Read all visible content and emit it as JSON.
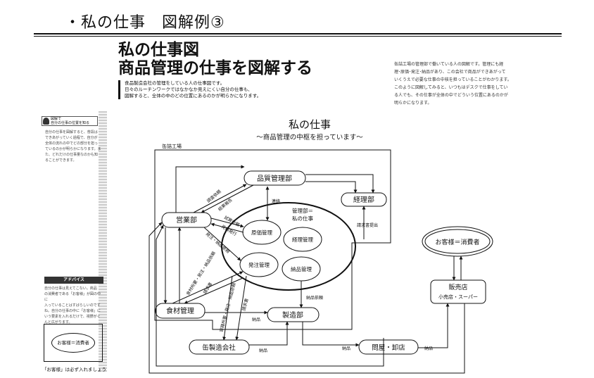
{
  "slide": {
    "title": "・私の仕事　図解例③"
  },
  "article": {
    "title_line1": "私の仕事図",
    "title_line2": "商品管理の仕事を図解する",
    "intro": [
      "食品製造会社の管理をしている人の仕事図です。",
      "日々のルーチンワークではなかなか見えにくい自分の仕事も、",
      "図解すると、全体の中のどの位置にあるのかが明らかになります。"
    ],
    "right_desc": [
      "缶詰工場の管理部で働いている人の図解です。管理にも経",
      "理･原価･発注･納品があり、この会社で商品ができあがって",
      "いくうえで必要な仕事の中核を担っていることがわかります。",
      "このように図解してみると、いつもはデスクで仕事をしてい",
      "る人でも、その仕事が全体の中でどういう位置にあるのかが",
      "明らかになります。"
    ]
  },
  "side": {
    "tip_heading": [
      "図解で",
      "自分の仕事の位置を知る"
    ],
    "tip_text": [
      "自分の仕事を図解すると、普段は",
      "できあがっていく過程で、自分が",
      "全体の流れの中でどの部分を担っ",
      "ているのかが明らかになります。ま",
      "た、どれだけの仕事量なのかも知",
      "ることができます。"
    ],
    "advice_heading": "アドバイス",
    "advice_text": [
      "自分の仕事は見えてこない。商品",
      "の消費者である「お客様」が図の中に",
      "入っていることはすばらしいのです",
      "ね。自分の仕事の中に「お客様」に",
      "いう要素を入れるだけで、視野がぐ",
      "んと広がります。"
    ],
    "oval_label": "お客様＝消費者",
    "caption": "「お客様」は必ず入れましょう"
  },
  "diagram": {
    "title": "私の仕事",
    "subtitle": "～商品管理の中枢を担っています～",
    "factory_label": "缶詰工場",
    "nodes": {
      "quality": "品質管理部",
      "accounting": "経理部",
      "sales": "営業部",
      "management_line1": "管理部＝",
      "management_line2": "私の仕事",
      "cost": "原価管理",
      "acct_mgmt": "経理管理",
      "ordering": "発注管理",
      "delivery_mgmt": "納品管理",
      "food": "食材管理",
      "production": "製造部",
      "can_maker": "缶製造会社",
      "wholesaler": "問屋・卸店",
      "retailer_line1": "販売店",
      "retailer_line2": "小売店・スーパー",
      "customer": "お客様＝消費者"
    },
    "edge_labels": {
      "quality_request": "調査依頼",
      "quality_report": "結果報告",
      "contact": "連絡",
      "trial_request": "試算依頼",
      "estimate_issue": "見積発行",
      "order_delivery_request": "発注・納品依頼",
      "invoice_submit": "請求書提出",
      "food_order": "食材所要・発注・納品依頼",
      "food_invoice": "請求書",
      "can_order": "容器所要・発注・納品依頼",
      "can_invoice": "請求書",
      "delivery_request": "納品依頼",
      "delivery1": "納品",
      "delivery2": "納品",
      "delivery3": "納品",
      "delivery4": "納品"
    }
  }
}
